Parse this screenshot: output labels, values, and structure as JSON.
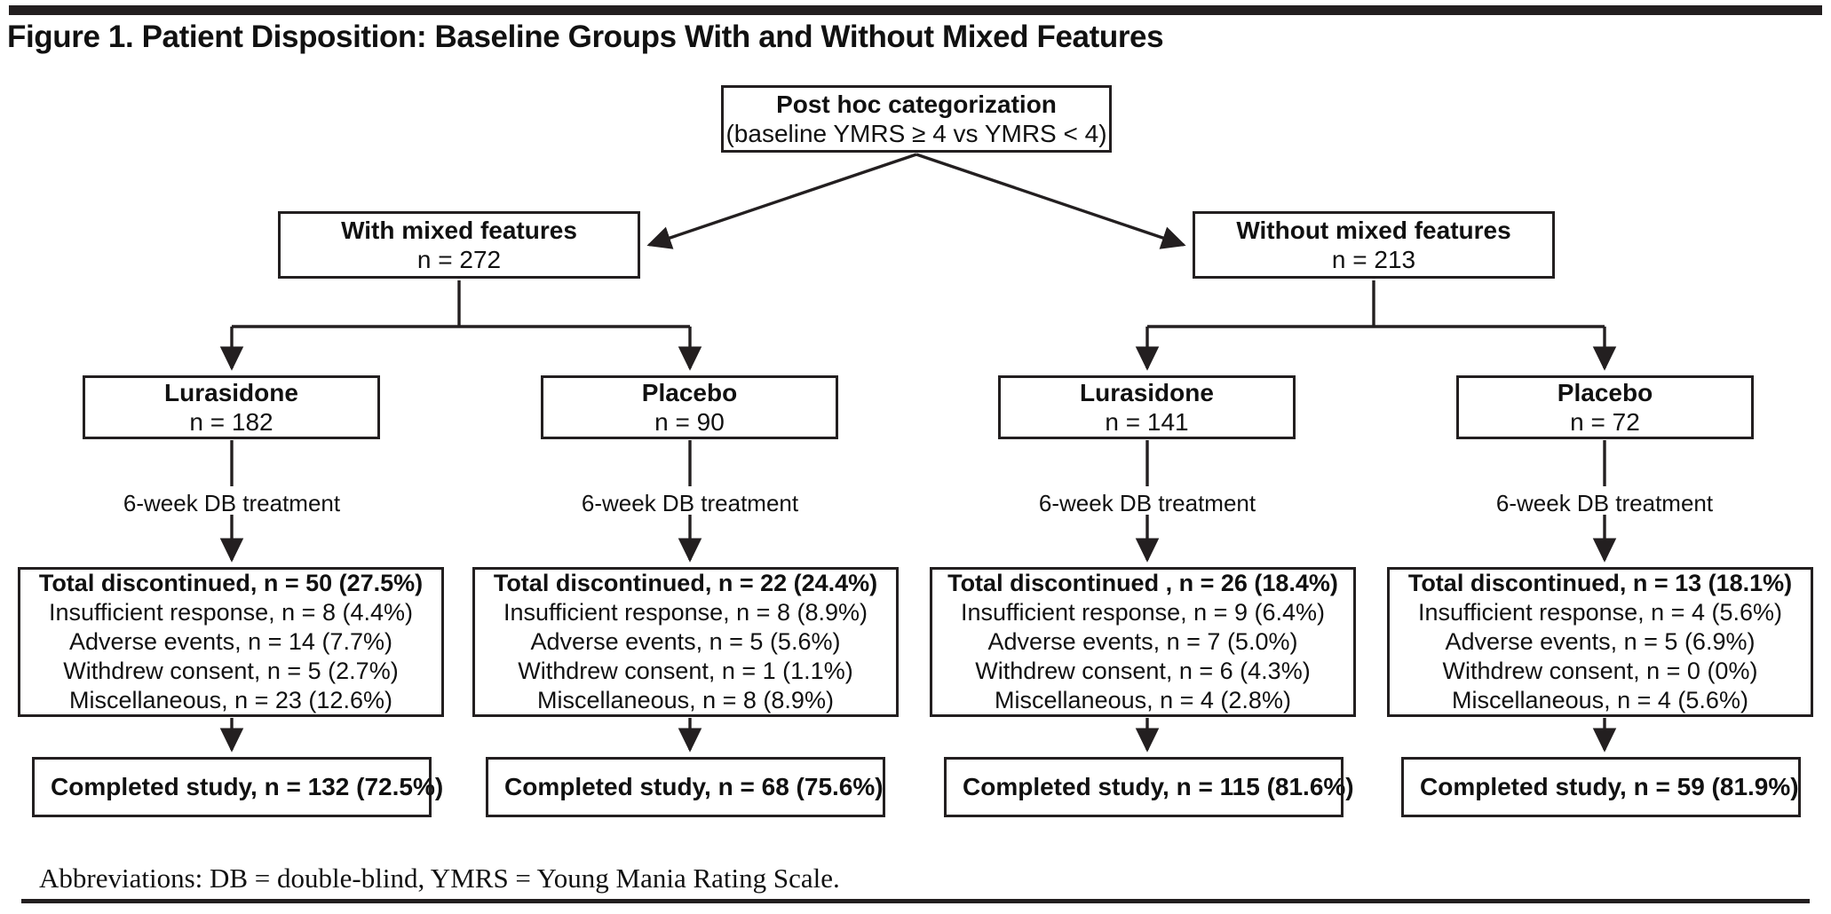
{
  "figure": {
    "title": "Figure 1. Patient Disposition: Baseline Groups With and Without Mixed Features",
    "footnote": "Abbreviations: DB = double-blind, YMRS = Young Mania Rating Scale.",
    "line_color": "#231f20",
    "text_color": "#111111",
    "background": "#ffffff"
  },
  "root": {
    "line1": "Post hoc categorization",
    "line2": "(baseline YMRS ≥ 4  vs YMRS < 4)"
  },
  "groups": [
    {
      "name": "With mixed features",
      "n": "n = 272"
    },
    {
      "name": "Without mixed features",
      "n": "n = 213"
    }
  ],
  "arms": [
    {
      "name": "Lurasidone",
      "n": "n = 182",
      "db_label": "6-week DB treatment"
    },
    {
      "name": "Placebo",
      "n": "n = 90",
      "db_label": "6-week DB treatment"
    },
    {
      "name": "Lurasidone",
      "n": "n = 141",
      "db_label": "6-week DB treatment"
    },
    {
      "name": "Placebo",
      "n": "n = 72",
      "db_label": "6-week DB treatment"
    }
  ],
  "discontinuations": [
    {
      "total": "Total discontinued, n = 50 (27.5%)",
      "insufficient_response": "Insufficient response, n = 8 (4.4%)",
      "adverse_events": "Adverse events, n = 14 (7.7%)",
      "withdrew_consent": "Withdrew consent, n = 5 (2.7%)",
      "miscellaneous": "Miscellaneous, n = 23 (12.6%)"
    },
    {
      "total": "Total discontinued, n = 22 (24.4%)",
      "insufficient_response": "Insufficient response, n = 8 (8.9%)",
      "adverse_events": "Adverse events, n = 5 (5.6%)",
      "withdrew_consent": "Withdrew consent, n = 1 (1.1%)",
      "miscellaneous": "Miscellaneous, n = 8 (8.9%)"
    },
    {
      "total": "Total discontinued , n = 26 (18.4%)",
      "insufficient_response": "Insufficient response, n = 9 (6.4%)",
      "adverse_events": "Adverse events, n = 7 (5.0%)",
      "withdrew_consent": "Withdrew consent, n = 6 (4.3%)",
      "miscellaneous": "Miscellaneous, n = 4 (2.8%)"
    },
    {
      "total": "Total discontinued, n = 13 (18.1%)",
      "insufficient_response": "Insufficient response, n = 4 (5.6%)",
      "adverse_events": "Adverse events, n = 5 (6.9%)",
      "withdrew_consent": "Withdrew consent, n = 0 (0%)",
      "miscellaneous": "Miscellaneous, n = 4 (5.6%)"
    }
  ],
  "completed": [
    {
      "text": "Completed study, n = 132 (72.5%)"
    },
    {
      "text": "Completed study, n = 68 (75.6%)"
    },
    {
      "text": "Completed study, n = 115 (81.6%)"
    },
    {
      "text": "Completed study, n = 59 (81.9%)"
    }
  ],
  "chart_data": {
    "type": "diagram",
    "diagram_kind": "patient-disposition-flowchart",
    "title": "Figure 1. Patient Disposition: Baseline Groups With and Without Mixed Features",
    "root_node": "Post hoc categorization (baseline YMRS ≥ 4 vs YMRS < 4)",
    "nodes": [
      {
        "id": "with",
        "label": "With mixed features",
        "n": 272
      },
      {
        "id": "without",
        "label": "Without mixed features",
        "n": 213
      },
      {
        "id": "with-lur",
        "label": "Lurasidone",
        "n": 182,
        "parent": "with"
      },
      {
        "id": "with-pbo",
        "label": "Placebo",
        "n": 90,
        "parent": "with"
      },
      {
        "id": "without-lur",
        "label": "Lurasidone",
        "n": 141,
        "parent": "without"
      },
      {
        "id": "without-pbo",
        "label": "Placebo",
        "n": 72,
        "parent": "without"
      }
    ],
    "arms": [
      {
        "group": "With mixed features",
        "treatment": "Lurasidone",
        "randomized": 182,
        "total_discontinued": 50,
        "total_discontinued_pct": 27.5,
        "insufficient_response": 8,
        "insufficient_response_pct": 4.4,
        "adverse_events": 14,
        "adverse_events_pct": 7.7,
        "withdrew_consent": 5,
        "withdrew_consent_pct": 2.7,
        "miscellaneous": 23,
        "miscellaneous_pct": 12.6,
        "completed": 132,
        "completed_pct": 72.5
      },
      {
        "group": "With mixed features",
        "treatment": "Placebo",
        "randomized": 90,
        "total_discontinued": 22,
        "total_discontinued_pct": 24.4,
        "insufficient_response": 8,
        "insufficient_response_pct": 8.9,
        "adverse_events": 5,
        "adverse_events_pct": 5.6,
        "withdrew_consent": 1,
        "withdrew_consent_pct": 1.1,
        "miscellaneous": 8,
        "miscellaneous_pct": 8.9,
        "completed": 68,
        "completed_pct": 75.6
      },
      {
        "group": "Without mixed features",
        "treatment": "Lurasidone",
        "randomized": 141,
        "total_discontinued": 26,
        "total_discontinued_pct": 18.4,
        "insufficient_response": 9,
        "insufficient_response_pct": 6.4,
        "adverse_events": 7,
        "adverse_events_pct": 5.0,
        "withdrew_consent": 6,
        "withdrew_consent_pct": 4.3,
        "miscellaneous": 4,
        "miscellaneous_pct": 2.8,
        "completed": 115,
        "completed_pct": 81.6
      },
      {
        "group": "Without mixed features",
        "treatment": "Placebo",
        "randomized": 72,
        "total_discontinued": 13,
        "total_discontinued_pct": 18.1,
        "insufficient_response": 4,
        "insufficient_response_pct": 5.6,
        "adverse_events": 5,
        "adverse_events_pct": 6.9,
        "withdrew_consent": 0,
        "withdrew_consent_pct": 0,
        "miscellaneous": 4,
        "miscellaneous_pct": 5.6,
        "completed": 59,
        "completed_pct": 81.9
      }
    ],
    "treatment_period": "6-week DB treatment",
    "footnote": "Abbreviations: DB = double-blind, YMRS = Young Mania Rating Scale."
  }
}
